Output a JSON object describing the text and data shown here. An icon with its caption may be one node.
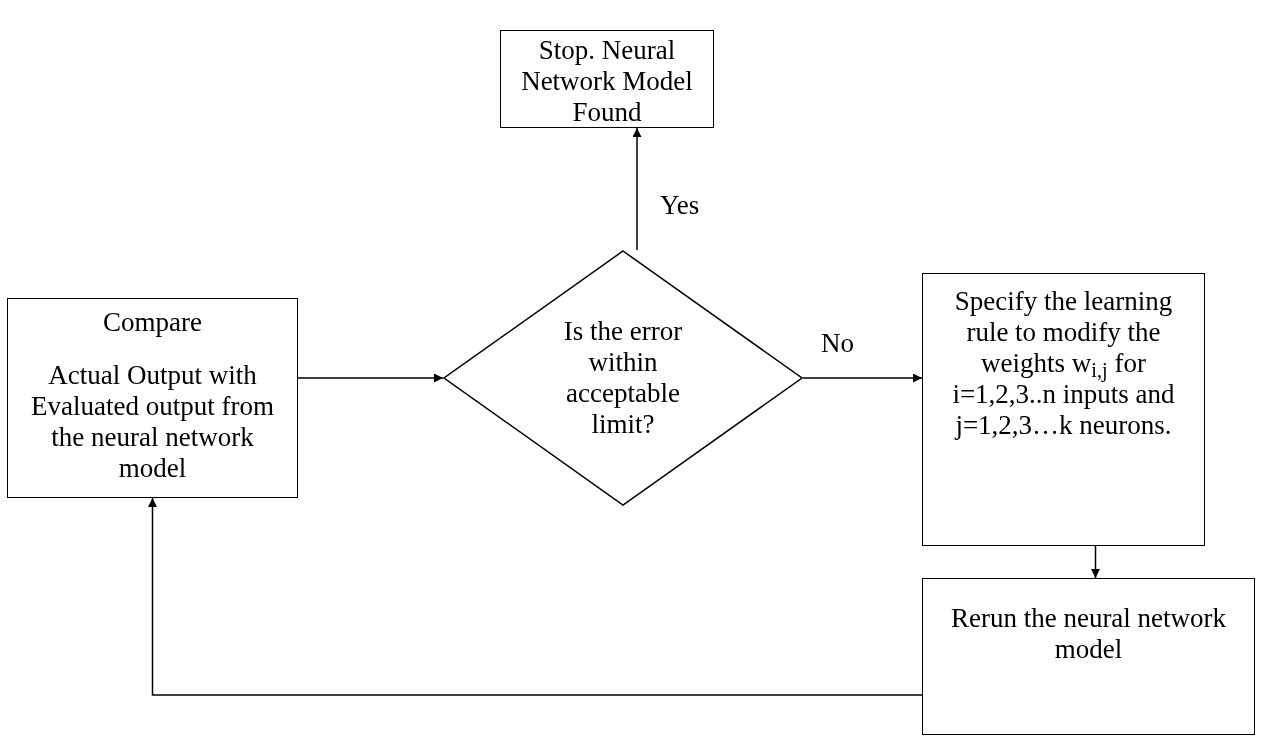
{
  "diagram": {
    "nodes": [
      {
        "text": [
          "Stop. Neural Network Model Found"
        ]
      },
      {
        "text": [
          "Compare",
          "Actual Output with Evaluated output from the neural network model"
        ]
      },
      {
        "text": [
          "Is the error within acceptable limit?"
        ]
      },
      {
        "text": [
          "Specify the learning rule to modify the weights w$_{i,j}$ for i=1,2,3..n inputs and j=1,2,3…k neurons."
        ]
      },
      {
        "text": [
          "Rerun the neural network model"
        ]
      }
    ],
    "edges": [
      {
        "from": 1,
        "to": 2,
        "arrow": "to"
      },
      {
        "from": 2,
        "to": 0,
        "arrow": "to",
        "label": "Yes"
      },
      {
        "from": 2,
        "to": 3,
        "arrow": "to",
        "label": "No"
      },
      {
        "from": 3,
        "to": 4,
        "arrow": "to"
      },
      {
        "from": 4,
        "to": 1,
        "arrow": "to"
      }
    ]
  }
}
